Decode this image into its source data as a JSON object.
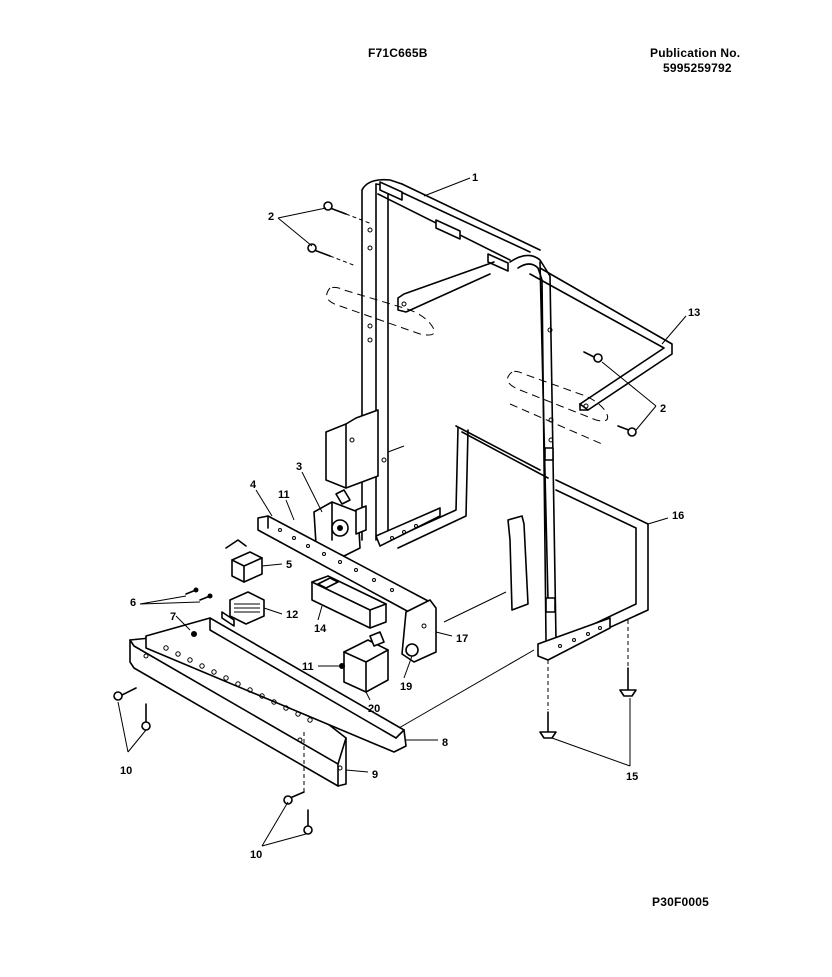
{
  "header": {
    "model": "F71C665B",
    "publication_label": "Publication No.",
    "publication_number": "5995259792"
  },
  "footer": {
    "figure_code": "P30F0005"
  },
  "callouts": [
    "1",
    "2",
    "2",
    "3",
    "4",
    "5",
    "6",
    "7",
    "8",
    "9",
    "10",
    "10",
    "11",
    "11",
    "12",
    "13",
    "14",
    "15",
    "16",
    "17",
    "19",
    "20"
  ]
}
